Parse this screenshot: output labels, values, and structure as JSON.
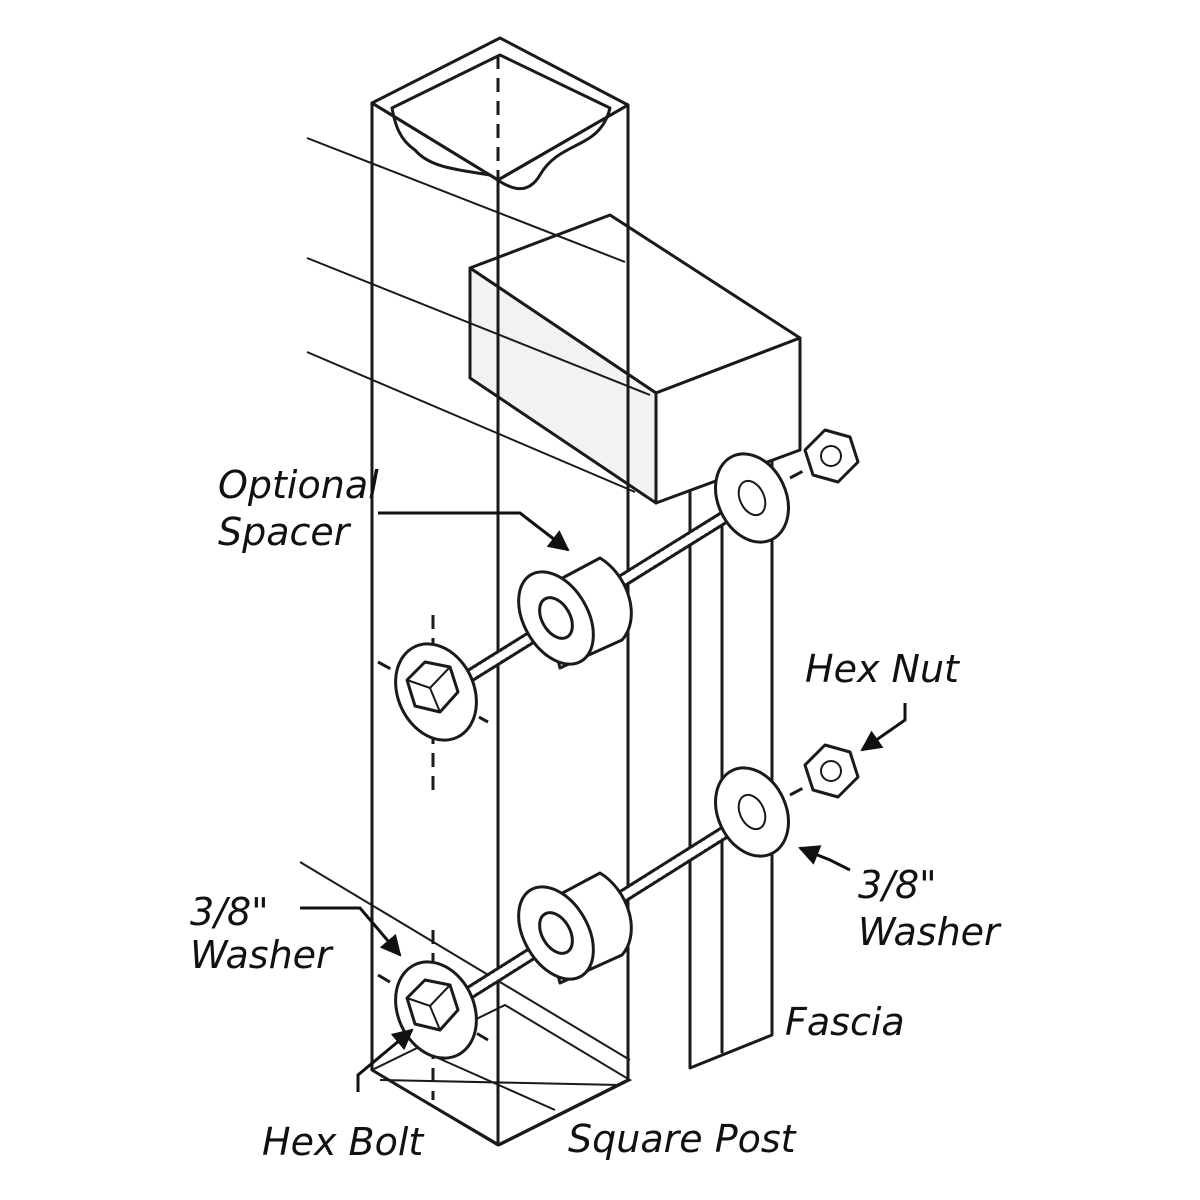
{
  "labels": {
    "optional_spacer_line1": "Optional",
    "optional_spacer_line2": "Spacer",
    "hex_nut": "Hex Nut",
    "washer_right_line1": "3/8\"",
    "washer_right_line2": "Washer",
    "washer_left_line1": "3/8\"",
    "washer_left_line2": "Washer",
    "fascia": "Fascia",
    "hex_bolt": "Hex Bolt",
    "square_post": "Square Post"
  },
  "colors": {
    "ink": "#1a1a1a",
    "background": "#ffffff"
  }
}
